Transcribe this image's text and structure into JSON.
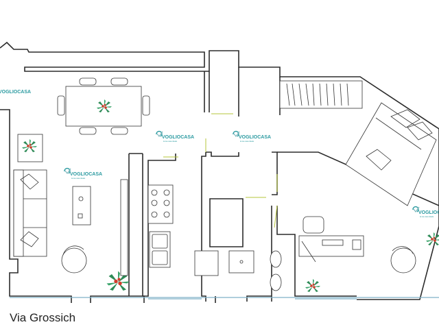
{
  "caption": {
    "street_name": "Via Grossich"
  },
  "watermark": {
    "brand_a": "VOGLIO",
    "brand_b": "CASA",
    "tagline": "la tua casa ideale"
  },
  "colors": {
    "wall": "#2b2b2b",
    "brand": "#2a9aa0",
    "window": "#7fb0c8",
    "door_swing": "#b5c43a",
    "plant_leaf": "#2e8b57",
    "plant_flower": "#d23c2c"
  },
  "icons": [
    "plant-icon",
    "logo-icon"
  ]
}
